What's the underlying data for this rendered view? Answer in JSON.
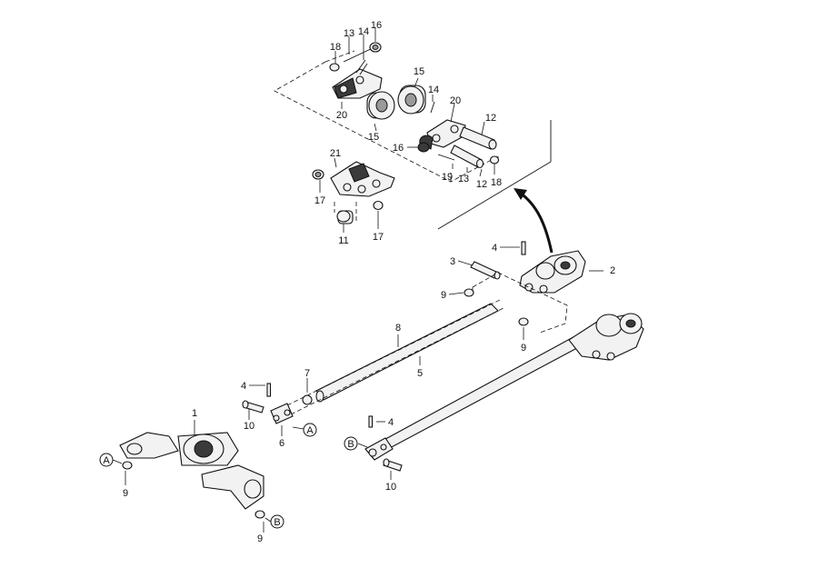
{
  "callouts": {
    "c1": "1",
    "c2": "2",
    "c3": "3",
    "c4a": "4",
    "c4b": "4",
    "c4c": "4",
    "c5": "5",
    "c6": "6",
    "c7": "7",
    "c8": "8",
    "c9a": "9",
    "c9b": "9",
    "c9c": "9",
    "c9d": "9",
    "c10a": "10",
    "c10b": "10",
    "c11": "11",
    "c12a": "12",
    "c12b": "12",
    "c13a": "13",
    "c13b": "13",
    "c14a": "14",
    "c14b": "14",
    "c15a": "15",
    "c15b": "15",
    "c16a": "16",
    "c16b": "16",
    "c17a": "17",
    "c17b": "17",
    "c18a": "18",
    "c18b": "18",
    "c19": "19",
    "c20a": "20",
    "c20b": "20",
    "c21": "21"
  },
  "refs": {
    "a1": "A",
    "a2": "A",
    "b1": "B",
    "b2": "B"
  }
}
